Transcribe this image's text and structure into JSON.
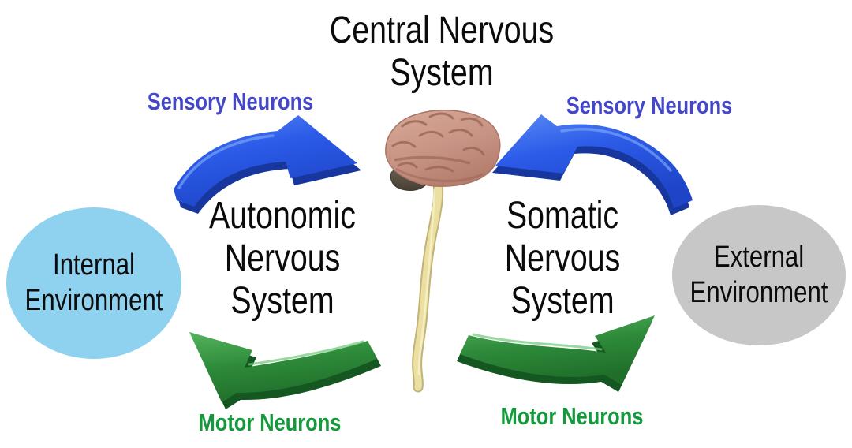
{
  "background_color": "#FFFFFF",
  "title": "Central Nervous System",
  "center": {
    "illustration": "brain-with-spinal-cord",
    "brain_color": "#C79384",
    "cerebellum_color": "#5E5649",
    "spinal_cord_color": "#EBE0A2"
  },
  "nodes": {
    "internal_environment": {
      "label": "Internal Environment",
      "shape": "ellipse",
      "fill": "#8ED2EF",
      "text_color": "#000000"
    },
    "external_environment": {
      "label": "External Environment",
      "shape": "ellipse",
      "fill": "#C7C7C7",
      "text_color": "#000000"
    },
    "autonomic": {
      "label": "Autonomic Nervous System",
      "text_color": "#000000"
    },
    "somatic": {
      "label": "Somatic Nervous System",
      "text_color": "#000000"
    }
  },
  "arrows": {
    "sensory_left": {
      "label": "Sensory Neurons",
      "arrow_color": "#2B5BE8",
      "label_color": "#4547C9",
      "from": "Internal Environment",
      "to": "Central Nervous System"
    },
    "sensory_right": {
      "label": "Sensory Neurons",
      "arrow_color": "#2B5BE8",
      "label_color": "#4547C9",
      "from": "External Environment",
      "to": "Central Nervous System"
    },
    "motor_left": {
      "label": "Motor Neurons",
      "arrow_color": "#2E8B3A",
      "label_color": "#149A3C",
      "from": "Central Nervous System",
      "to": "Internal Environment"
    },
    "motor_right": {
      "label": "Motor Neurons",
      "arrow_color": "#2E8B3A",
      "label_color": "#149A3C",
      "from": "Central Nervous System",
      "to": "External Environment"
    }
  }
}
